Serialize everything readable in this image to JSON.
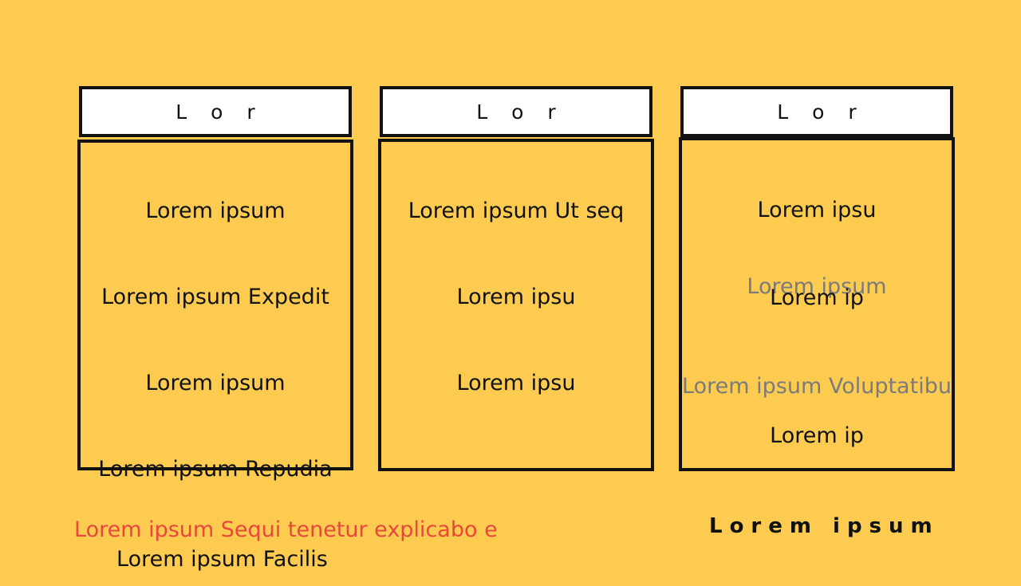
{
  "theme": {
    "background_color": "#FCCB4F",
    "header_background_color": "#FFFFFF",
    "border_color": "#111111",
    "text_color": "#111111",
    "muted_text_color": "#7B7B7B",
    "accent_color": "#E8483C"
  },
  "columns": [
    {
      "header": "L o r",
      "items": [
        {
          "label": "Lorem ipsum",
          "style": "normal"
        },
        {
          "label": "Lorem ipsum Expedit",
          "style": "normal"
        },
        {
          "label": "Lorem ipsum",
          "style": "normal"
        },
        {
          "label": "Lorem ipsum Repudia",
          "style": "normal"
        }
      ]
    },
    {
      "header": "L o r",
      "items": [
        {
          "label": "Lorem ipsum Ut seq",
          "style": "normal"
        },
        {
          "label": "Lorem ipsu",
          "style": "normal"
        },
        {
          "label": "Lorem ipsu",
          "style": "normal"
        }
      ]
    },
    {
      "header": "L o r",
      "items": [
        {
          "label": "Lorem ipsu",
          "style": "normal"
        },
        {
          "label": "Lorem ipsum",
          "style": "muted"
        },
        {
          "label": "Lorem ip",
          "style": "normal"
        },
        {
          "label": "Lorem ipsum Voluptatibu",
          "style": "muted"
        },
        {
          "label": "Lorem ip",
          "style": "normal"
        }
      ]
    }
  ],
  "footnotes": {
    "primary": "Lorem ipsum Sequi tenetur explicabo e",
    "secondary": "Lorem ipsum Facilis",
    "right": "Lorem ipsum"
  }
}
